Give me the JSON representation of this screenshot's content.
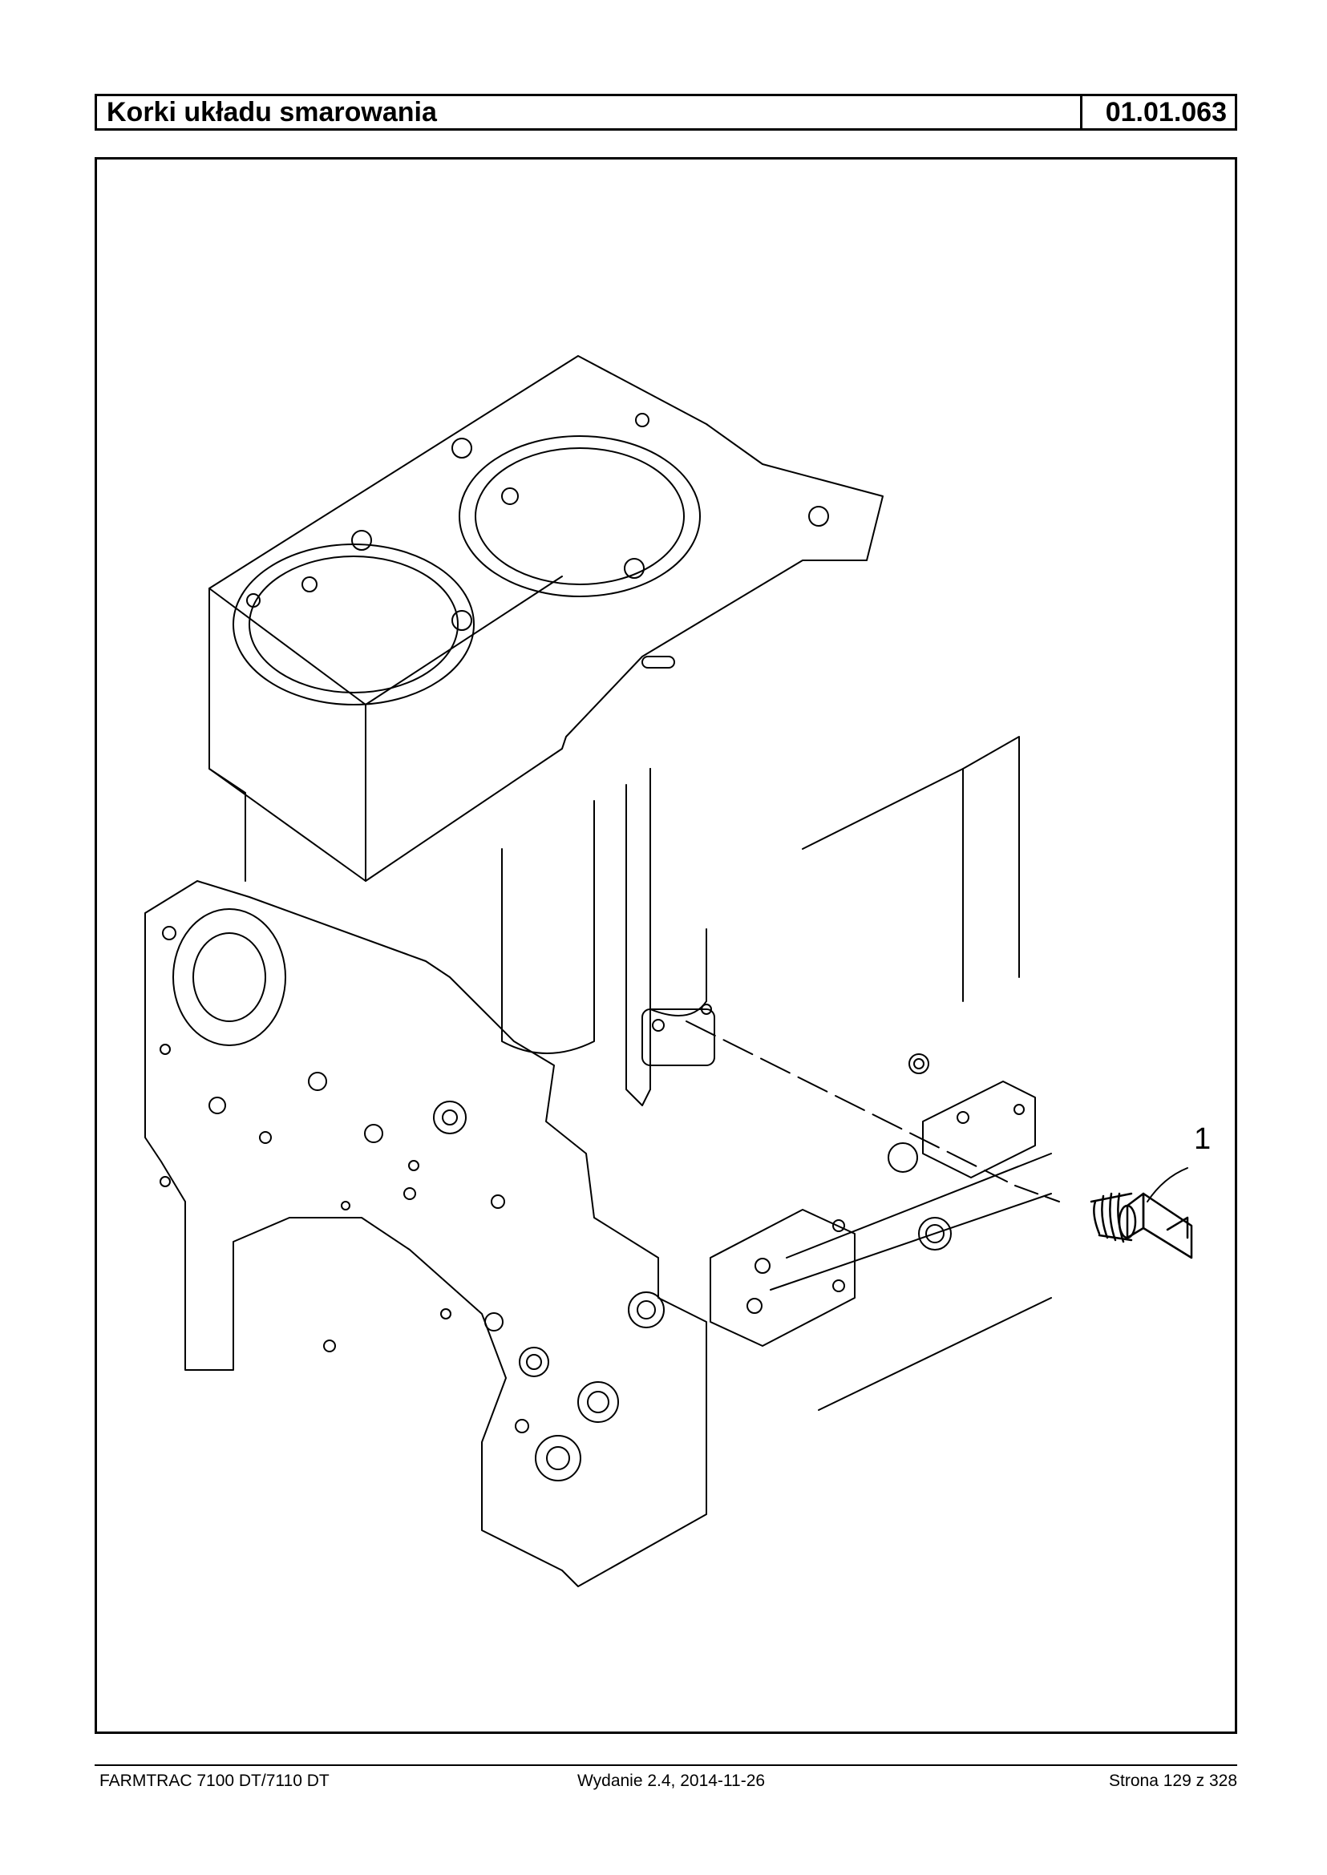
{
  "header": {
    "title": "Korki układu smarowania",
    "code": "01.01.063"
  },
  "diagram": {
    "callout_label": "1"
  },
  "footer": {
    "left": "FARMTRAC 7100 DT/7110 DT",
    "center": "Wydanie 2.4,  2014-11-26",
    "right": "Strona 129 z 328"
  }
}
